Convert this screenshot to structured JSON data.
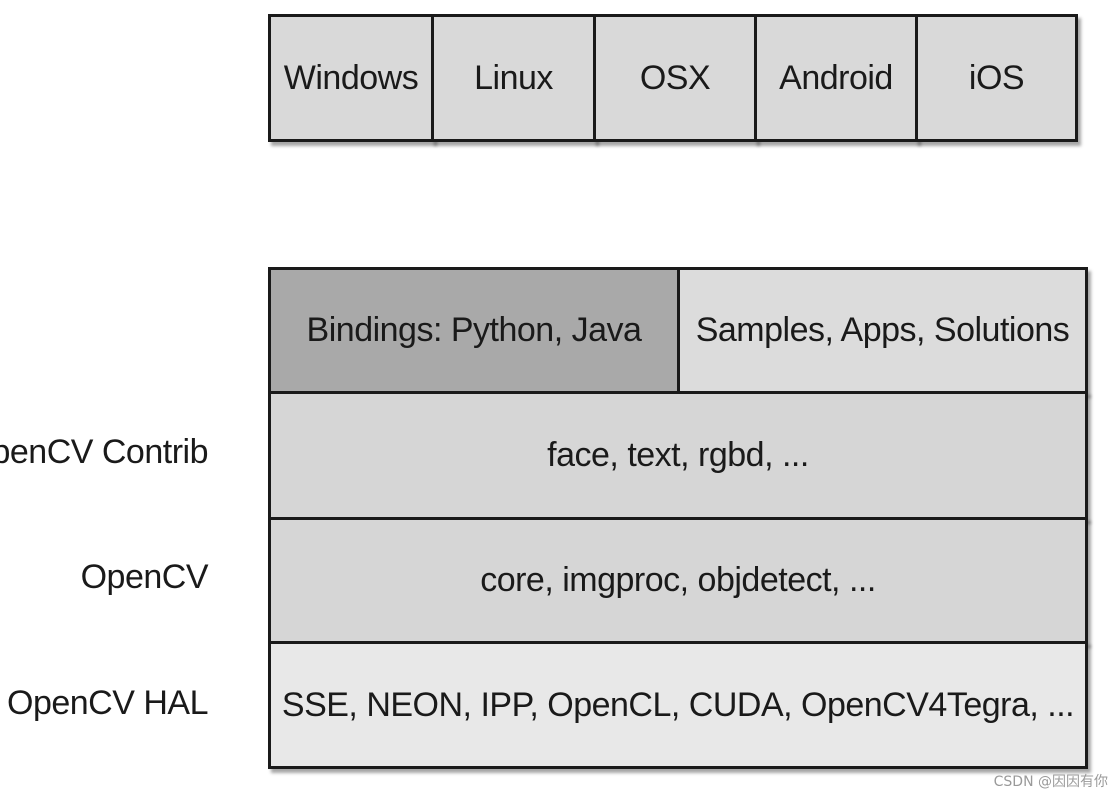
{
  "platforms": [
    "Windows",
    "Linux",
    "OSX",
    "Android",
    "iOS"
  ],
  "stack": {
    "bindings": "Bindings: Python, Java",
    "samples": "Samples, Apps, Solutions",
    "contrib": {
      "label": "OpenCV Contrib",
      "content": "face, text, rgbd, ..."
    },
    "opencv": {
      "label": "OpenCV",
      "content": "core, imgproc, objdetect, ..."
    },
    "hal": {
      "label": "OpenCV HAL",
      "content": "SSE, NEON, IPP, OpenCL, CUDA, OpenCV4Tegra, ..."
    }
  },
  "colors": {
    "platform_fill": "#d9d9d9",
    "bindings_fill": "#a9a9a9",
    "samples_fill": "#dcdcdc",
    "contrib_fill": "#d6d6d6",
    "opencv_fill": "#d6d6d6",
    "hal_fill": "#e8e8e8",
    "border": "#1a1a1a"
  },
  "watermark": "CSDN @因因有你"
}
